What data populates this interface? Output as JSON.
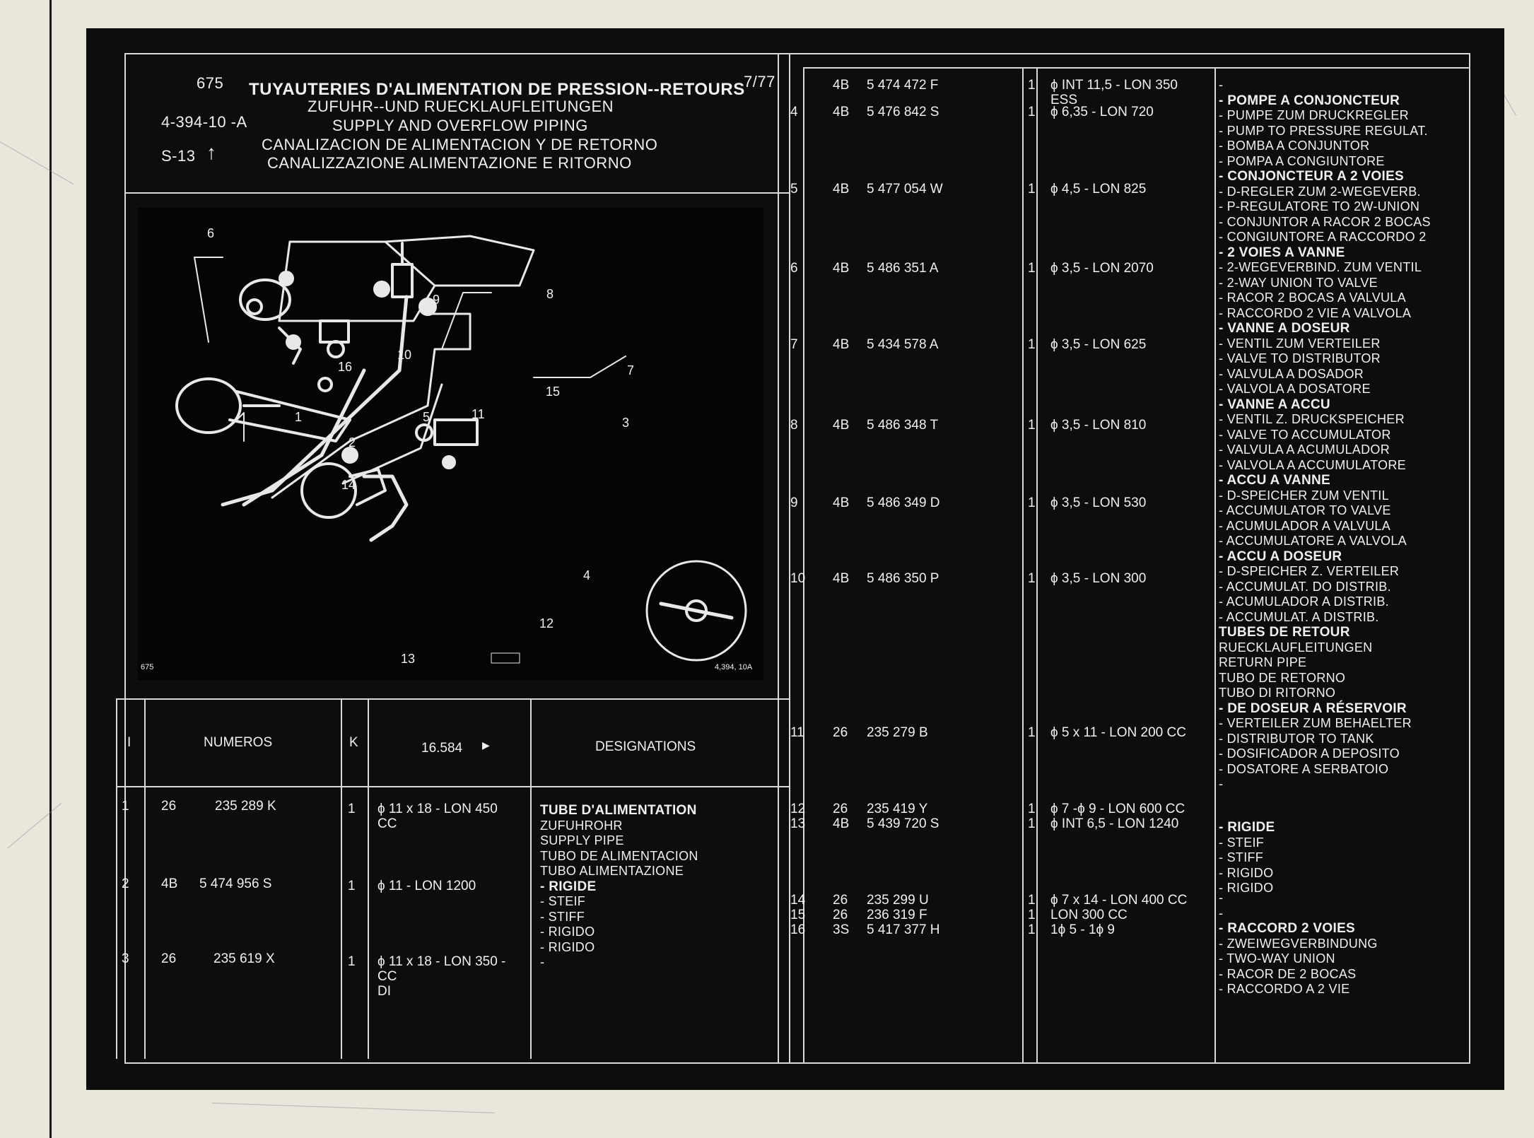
{
  "header": {
    "code": "675",
    "date": "7/77",
    "ref": "4-394-10 -A",
    "section": "S-13",
    "titles": [
      "TUYAUTERIES D'ALIMENTATION DE PRESSION--RETOURS",
      "ZUFUHR--UND RUECKLAUFLEITUNGEN",
      "SUPPLY AND OVERFLOW PIPING",
      "CANALIZACION DE ALIMENTACION Y DE RETORNO",
      "CANALIZZAZIONE ALIMENTAZIONE E RITORNO"
    ]
  },
  "illustration": {
    "code_left": "675",
    "code_right": "4,394, 10A",
    "callouts": [
      "1",
      "2",
      "3",
      "4",
      "5",
      "6",
      "7",
      "8",
      "9",
      "10",
      "11",
      "12",
      "13",
      "14",
      "15",
      "16"
    ]
  },
  "columns": {
    "index": "I",
    "numbers": "NUMEROS",
    "k": "K",
    "model": "16.584",
    "model_arrow": "▶",
    "designations": "DESIGNATIONS"
  },
  "left_rows": [
    {
      "idx": "1",
      "prefix": "26",
      "number": "235 289 K",
      "qty": "1",
      "dim": [
        "ϕ 11 x 18 - LON 450",
        "CC"
      ]
    },
    {
      "idx": "2",
      "prefix": "4B",
      "number": "5 474 956 S",
      "qty": "1",
      "dim": [
        "ϕ 11 - LON 1200"
      ]
    },
    {
      "idx": "3",
      "prefix": "26",
      "number": "235 619 X",
      "qty": "1",
      "dim": [
        "ϕ 11 x 18 - LON 350 -",
        "CC",
        "DI"
      ]
    }
  ],
  "left_designations": [
    {
      "text": "TUBE D'ALIMENTATION",
      "bold": true
    },
    {
      "text": "ZUFUHROHR"
    },
    {
      "text": "SUPPLY PIPE"
    },
    {
      "text": "TUBO DE ALIMENTACION"
    },
    {
      "text": "TUBO ALIMENTAZIONE"
    },
    {
      "text": "- RIGIDE",
      "bold": true
    },
    {
      "text": "- STEIF"
    },
    {
      "text": "- STIFF"
    },
    {
      "text": "- RIGIDO"
    },
    {
      "text": "- RIGIDO"
    },
    {
      "text": "-"
    }
  ],
  "right_rows": [
    {
      "idx": "",
      "prefix": "4B",
      "number": "5 474 472 F",
      "qty": "1",
      "dim": [
        "ϕ INT 11,5 - LON 350",
        "ESS"
      ]
    },
    {
      "idx": "4",
      "prefix": "4B",
      "number": "5 476 842 S",
      "qty": "1",
      "dim": [
        "ϕ 6,35 - LON 720"
      ]
    },
    {
      "idx": "5",
      "prefix": "4B",
      "number": "5 477 054 W",
      "qty": "1",
      "dim": [
        "ϕ 4,5 - LON 825"
      ]
    },
    {
      "idx": "6",
      "prefix": "4B",
      "number": "5 486 351 A",
      "qty": "1",
      "dim": [
        "ϕ 3,5 - LON 2070"
      ]
    },
    {
      "idx": "7",
      "prefix": "4B",
      "number": "5 434 578 A",
      "qty": "1",
      "dim": [
        "ϕ 3,5 - LON 625"
      ]
    },
    {
      "idx": "8",
      "prefix": "4B",
      "number": "5 486 348 T",
      "qty": "1",
      "dim": [
        "ϕ 3,5 - LON 810"
      ]
    },
    {
      "idx": "9",
      "prefix": "4B",
      "number": "5 486 349 D",
      "qty": "1",
      "dim": [
        "ϕ 3,5 - LON 530"
      ]
    },
    {
      "idx": "10",
      "prefix": "4B",
      "number": "5 486 350 P",
      "qty": "1",
      "dim": [
        "ϕ 3,5 - LON 300"
      ]
    },
    {
      "idx": "11",
      "prefix": "26",
      "number": "235 279 B",
      "qty": "1",
      "dim": [
        "ϕ 5 x 11 - LON 200 CC"
      ]
    },
    {
      "idx": "12",
      "prefix": "26",
      "number": "235 419 Y",
      "qty": "1",
      "dim": [
        "ϕ 7 -ϕ 9 - LON 600 CC"
      ]
    },
    {
      "idx": "13",
      "prefix": "4B",
      "number": "5 439 720 S",
      "qty": "1",
      "dim": [
        "ϕ INT 6,5 - LON 1240"
      ]
    },
    {
      "idx": "14",
      "prefix": "26",
      "number": "235 299 U",
      "qty": "1",
      "dim": [
        "ϕ 7 x 14 - LON 400 CC"
      ]
    },
    {
      "idx": "15",
      "prefix": "26",
      "number": "236 319 F",
      "qty": "1",
      "dim": [
        "LON 300          CC"
      ]
    },
    {
      "idx": "16",
      "prefix": "3S",
      "number": "5 417 377 H",
      "qty": "1",
      "dim": [
        "1ϕ 5 - 1ϕ 9"
      ]
    }
  ],
  "right_designations_a": [
    {
      "text": "-"
    },
    {
      "text": " "
    },
    {
      "text": "- POMPE A CONJONCTEUR",
      "bold": true
    },
    {
      "text": "- PUMPE ZUM DRUCKREGLER"
    },
    {
      "text": "- PUMP TO PRESSURE REGULAT."
    },
    {
      "text": "- BOMBA A CONJUNTOR"
    },
    {
      "text": "- POMPA A CONGIUNTORE"
    },
    {
      "text": "- CONJONCTEUR A 2 VOIES",
      "bold": true
    },
    {
      "text": "- D-REGLER ZUM 2-WEGEVERB."
    },
    {
      "text": "- P-REGULATORE TO 2W-UNION"
    },
    {
      "text": "- CONJUNTOR A RACOR 2 BOCAS"
    },
    {
      "text": "- CONGIUNTORE A RACCORDO 2"
    },
    {
      "text": "- 2 VOIES A VANNE",
      "bold": true
    },
    {
      "text": "- 2-WEGEVERBIND. ZUM VENTIL"
    },
    {
      "text": "- 2-WAY UNION TO VALVE"
    },
    {
      "text": "- RACOR 2 BOCAS  A VALVULA"
    },
    {
      "text": "- RACCORDO 2 VIE A VALVOLA"
    },
    {
      "text": "- VANNE A DOSEUR",
      "bold": true
    },
    {
      "text": "- VENTIL ZUM VERTEILER"
    },
    {
      "text": "- VALVE TO DISTRIBUTOR"
    },
    {
      "text": "- VALVULA A DOSADOR"
    },
    {
      "text": "- VALVOLA A DOSATORE"
    },
    {
      "text": "- VANNE A ACCU",
      "bold": true
    },
    {
      "text": "- VENTIL Z. DRUCKSPEICHER"
    },
    {
      "text": "- VALVE TO ACCUMULATOR"
    },
    {
      "text": "- VALVULA A ACUMULADOR"
    },
    {
      "text": "- VALVOLA A ACCUMULATORE"
    },
    {
      "text": "- ACCU A VANNE",
      "bold": true
    },
    {
      "text": "- D-SPEICHER ZUM VENTIL"
    },
    {
      "text": "- ACCUMULATOR TO VALVE"
    },
    {
      "text": "- ACUMULADOR A VALVULA"
    },
    {
      "text": "- ACCUMULATORE A VALVOLA"
    },
    {
      "text": "- ACCU A DOSEUR",
      "bold": true
    },
    {
      "text": "- D-SPEICHER Z. VERTEILER"
    },
    {
      "text": "- ACCUMULAT. DO DISTRIB."
    },
    {
      "text": "- ACUMULADOR A DISTRIB."
    },
    {
      "text": "- ACCUMULAT. A DISTRIB."
    },
    {
      "text": "TUBES DE RETOUR",
      "bold": true
    },
    {
      "text": "RUECKLAUFLEITUNGEN"
    },
    {
      "text": "RETURN PIPE"
    },
    {
      "text": "TUBO DE RETORNO"
    },
    {
      "text": "TUBO DI RITORNO"
    },
    {
      "text": "- DE DOSEUR A RÉSERVOIR",
      "bold": true
    },
    {
      "text": "- VERTEILER ZUM BEHAELTER"
    },
    {
      "text": "- DISTRIBUTOR TO TANK"
    },
    {
      "text": "- DOSIFICADOR A DEPOSITO"
    },
    {
      "text": "- DOSATORE A SERBATOIO"
    },
    {
      "text": "-"
    }
  ],
  "right_designations_b": [
    {
      "text": "- RIGIDE",
      "bold": true
    },
    {
      "text": "- STEIF"
    },
    {
      "text": "- STIFF"
    },
    {
      "text": "- RIGIDO"
    },
    {
      "text": "- RIGIDO"
    }
  ],
  "right_designations_c": [
    {
      "text": "-"
    },
    {
      "text": "-"
    },
    {
      "text": " "
    },
    {
      "text": "- RACCORD 2 VOIES",
      "bold": true
    },
    {
      "text": "- ZWEIWEGVERBINDUNG"
    },
    {
      "text": "- TWO-WAY UNION"
    },
    {
      "text": "- RACOR DE 2 BOCAS"
    },
    {
      "text": "- RACCORDO A 2 VIE"
    }
  ]
}
